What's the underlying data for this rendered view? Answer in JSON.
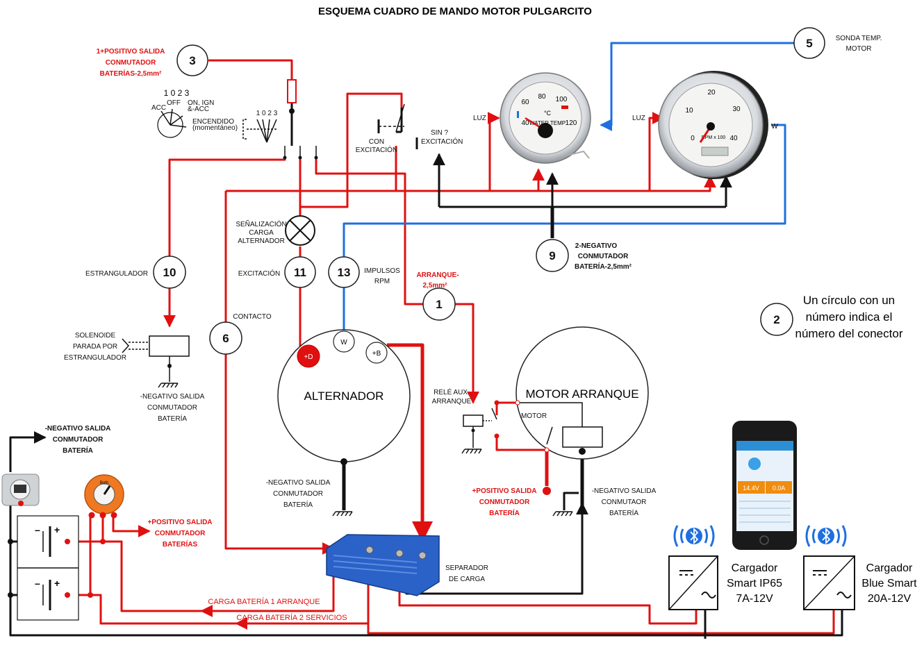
{
  "title": "ESQUEMA CUADRO DE MANDO MOTOR PULGARCITO",
  "connectors": {
    "c1": "1",
    "c2": "2",
    "c3": "3",
    "c5": "5",
    "c6": "6",
    "c9": "9",
    "c10": "10",
    "c11": "11",
    "c13": "13"
  },
  "labels": {
    "positivo_salida_1": "1+POSITIVO SALIDA",
    "positivo_salida_2": "CONMUTADOR",
    "positivo_salida_3": "BATERÍAS-2,5mm²",
    "key_positions": "1  0  2  3",
    "key_acc": "ACC",
    "key_off": "OFF",
    "key_on_1": "ON, IGN",
    "key_on_2": "&-ACC",
    "key_start_1": "ENCENDIDO",
    "key_start_2": "(momentáneo)",
    "key_mini": "1 0 2 3",
    "con_exc_1": "CON",
    "con_exc_2": "EXCITACIÓN",
    "sin_exc_1": "SIN ?",
    "sin_exc_2": "EXCITACIÓN",
    "luz_1": "LUZ",
    "luz_2": "LUZ",
    "sonda_1": "SONDA TEMP.",
    "sonda_2": "MOTOR",
    "senal_1": "SEÑALIZACIÓN",
    "senal_2": "CARGA",
    "senal_3": "ALTERNADOR",
    "excitacion": "EXCITACIÓN",
    "impulsos_1": "IMPULSOS",
    "impulsos_2": "RPM",
    "arranque_1": "ARRANQUE-",
    "arranque_2": "2,5mm²",
    "negativo9_1": "2-NEGATIVO",
    "negativo9_2": "CONMUTADOR",
    "negativo9_3": "BATERÍA-2,5mm²",
    "estrangulador": "ESTRANGULADOR",
    "contacto": "CONTACTO",
    "solenoide_1": "SOLENOIDE",
    "solenoide_2": "PARADA POR",
    "solenoide_3": "ESTRANGULADOR",
    "neg_sol_1": "-NEGATIVO SALIDA",
    "neg_sol_2": "CONMUTADOR",
    "neg_sol_3": "BATERÍA",
    "alternador": "ALTERNADOR",
    "alt_d": "+D",
    "alt_w": "W",
    "alt_b": "+B",
    "neg_alt_1": "-NEGATIVO SALIDA",
    "neg_alt_2": "CONMUTADOR",
    "neg_alt_3": "BATERÍA",
    "motor_arranque": "MOTOR ARRANQUE",
    "motor": "MOTOR",
    "rele_1": "RELÉ AUX.",
    "rele_2": "ARRANQUE",
    "pos_motor_1": "+POSITIVO SALIDA",
    "pos_motor_2": "CONMUTADOR",
    "pos_motor_3": "BATERÍA",
    "neg_motor_1": "-NEGATIVO SALIDA",
    "neg_motor_2": "CONMUTAOR",
    "neg_motor_3": "BATERÍA",
    "neg_top_1": "-NEGATIVO SALIDA",
    "neg_top_2": "CONMUTADOR",
    "neg_top_3": "BATERÍA",
    "pos_bat_1": "+POSITIVO SALIDA",
    "pos_bat_2": "CONMUTADOR",
    "pos_bat_3": "BATERÍAS",
    "separador_1": "SEPARADOR",
    "separador_2": "DE CARGA",
    "carga_1": "CARGA BATERÍA 1 ARRANQUE",
    "carga_2": "CARGA BATERÍA 2 SERVICIOS",
    "legend_1": "Un círculo con un",
    "legend_2": "número indica el",
    "legend_3": "número del conector",
    "cargador1_1": "Cargador",
    "cargador1_2": "Smart IP65",
    "cargador1_3": "7A-12V",
    "cargador2_1": "Cargador",
    "cargador2_2": "Blue Smart",
    "cargador2_3": "20A-12V",
    "gauge_w": "W",
    "bat_minus": "–",
    "bat_plus": "+",
    "switch_both": "Both"
  },
  "temp_gauge": {
    "ticks": [
      "40",
      "60",
      "80",
      "100",
      "120"
    ],
    "unit": "°C",
    "caption": "WATER TEMP"
  },
  "tacho": {
    "ticks": [
      "0",
      "10",
      "20",
      "30",
      "40"
    ],
    "caption": "RPM x 100"
  },
  "phone": {
    "volts": "14.4V",
    "amps": "0.0A"
  },
  "colors": {
    "positive": "#e01010",
    "negative": "#111111",
    "signal": "#1e6fe0"
  }
}
